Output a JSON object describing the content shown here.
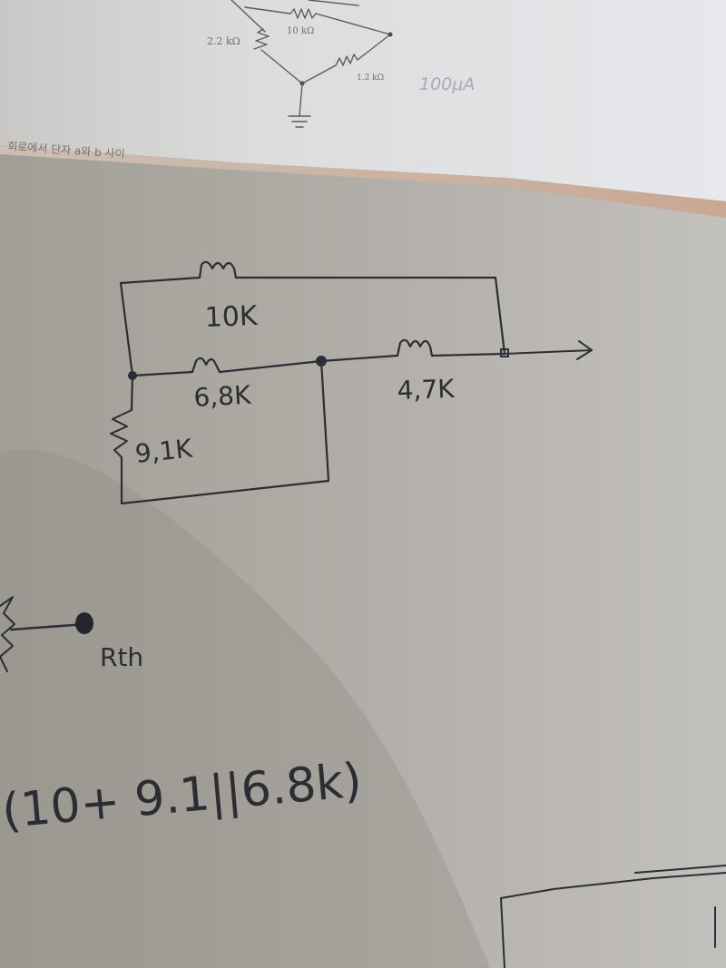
{
  "top_sheet": {
    "resistor_10k": "10 kΩ",
    "resistor_2_2k": "2.2 kΩ",
    "resistor_1_2k": "1.2 kΩ",
    "current_note": "100μA",
    "korean_text": "회로에서 단자 a와 b 사이"
  },
  "notebook": {
    "resistor_top": "10K",
    "resistor_middle": "6,8K",
    "resistor_right": "4,7K",
    "resistor_left": "9,1K",
    "rth_label": "Rth",
    "formula": "(10+ 9.1||6.8k)"
  }
}
